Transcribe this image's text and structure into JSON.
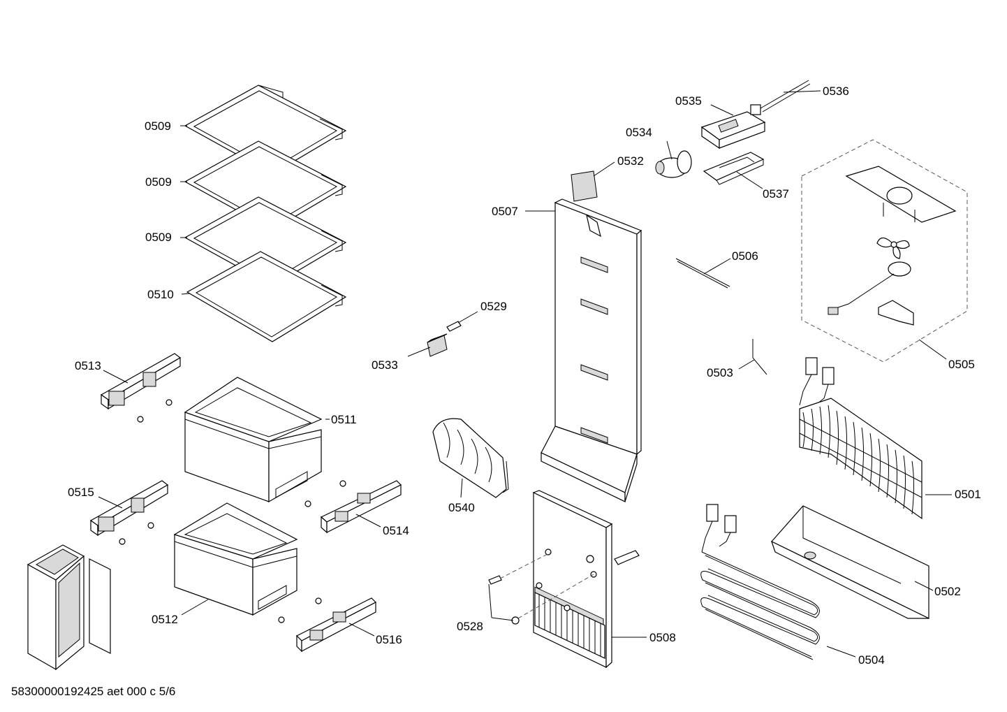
{
  "callouts": {
    "c0509a": "0509",
    "c0509b": "0509",
    "c0509c": "0509",
    "c0510": "0510",
    "c0513": "0513",
    "c0511": "0511",
    "c0515": "0515",
    "c0514": "0514",
    "c0512": "0512",
    "c0516": "0516",
    "c0529": "0529",
    "c0533": "0533",
    "c0540": "0540",
    "c0528": "0528",
    "c0508": "0508",
    "c0507": "0507",
    "c0532": "0532",
    "c0534": "0534",
    "c0535": "0535",
    "c0536": "0536",
    "c0537": "0537",
    "c0506": "0506",
    "c0503": "0503",
    "c0505": "0505",
    "c0501": "0501",
    "c0502": "0502",
    "c0504": "0504"
  },
  "document_id": "58300000192425 aet 000 c 5/6"
}
